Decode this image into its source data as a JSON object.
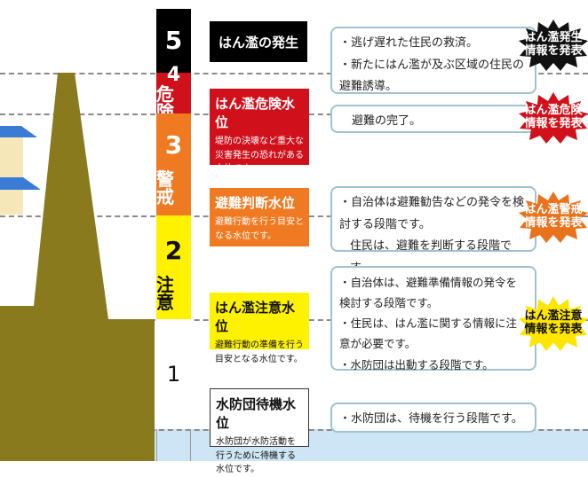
{
  "levels": [
    {
      "number": "5",
      "name": ""
    },
    {
      "number": "4",
      "name": "危険"
    },
    {
      "number": "3",
      "name": "警戒"
    },
    {
      "number": "2",
      "name": "注意"
    },
    {
      "number": "1",
      "name": ""
    }
  ],
  "cards": {
    "level5": {
      "title": "はん濫の発生",
      "desc": ""
    },
    "level4": {
      "title": "はん濫危険水位",
      "desc": "堤防の決壊など重大な災害発生の恐れがある水位です"
    },
    "level3": {
      "title": "避難判断水位",
      "desc": "避難行動を行う目安となる水位です。"
    },
    "level2": {
      "title": "はん濫注意水位",
      "desc": "避難行動の準備を行う目安となる水位です。"
    },
    "level1": {
      "title": "水防団待機水位",
      "desc": "水防団が水防活動を行うために待機する水位です。"
    }
  },
  "notes": {
    "level5": [
      "・逃げ遅れた住民の救済。",
      "・新たにはん濫が及ぶ区域の住民の避難誘導。"
    ],
    "level4": [
      "避難の完了。"
    ],
    "level3": [
      "・自治体は避難勧告などの発令を検討する段階です。",
      "住民は、避難を判断する段階です。"
    ],
    "level2": [
      "・自治体は、避難準備情報の発令を検討する段階です。",
      "・住民は、はん濫に関する情報に注意が必要です。",
      "・水防団は出動する段階です。"
    ],
    "level1": [
      "・水防団は、待機を行う段階です。"
    ]
  },
  "badges": {
    "b1": {
      "line1": "はん濫発生",
      "line2": "情報を発表",
      "color": "#111111",
      "text_color": "#ffffff"
    },
    "b2": {
      "line1": "はん濫危険",
      "line2": "情報を発表",
      "color": "#d0101a",
      "text_color": "#ffffff"
    },
    "b3": {
      "line1": "はん濫警戒",
      "line2": "情報を発表",
      "color": "#e8731c",
      "text_color": "#ffffff"
    },
    "b4": {
      "line1": "はん濫注意",
      "line2": "情報を発表",
      "color": "#ffe600",
      "text_color": "#111111"
    }
  },
  "colors": {
    "level5": "#000000",
    "level4": "#d0101a",
    "level3": "#f07a22",
    "level2": "#fff200",
    "level1": "#ffffff",
    "water": "#cde5f4",
    "bank": "#8a7a1e"
  }
}
